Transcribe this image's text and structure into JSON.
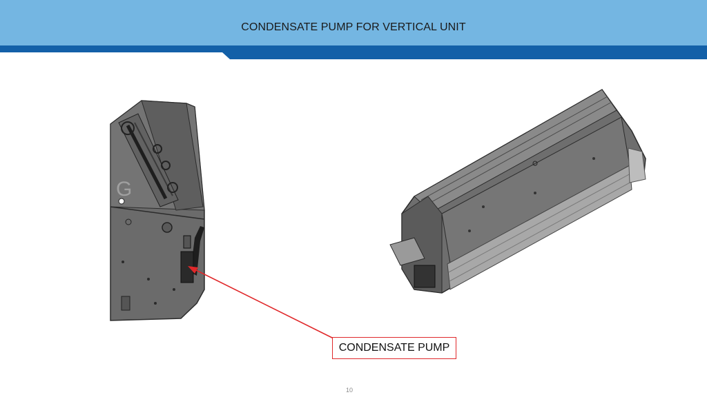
{
  "slide": {
    "title": "CONDENSATE PUMP FOR VERTICAL UNIT",
    "callout_label": "CONDENSATE PUMP",
    "page_number": "10",
    "side_panel_letter": "G"
  },
  "colors": {
    "header_light": "#74b6e2",
    "header_dark": "#1360a8",
    "callout_red": "#e0282a",
    "unit_gray": "#6b6b6b"
  }
}
